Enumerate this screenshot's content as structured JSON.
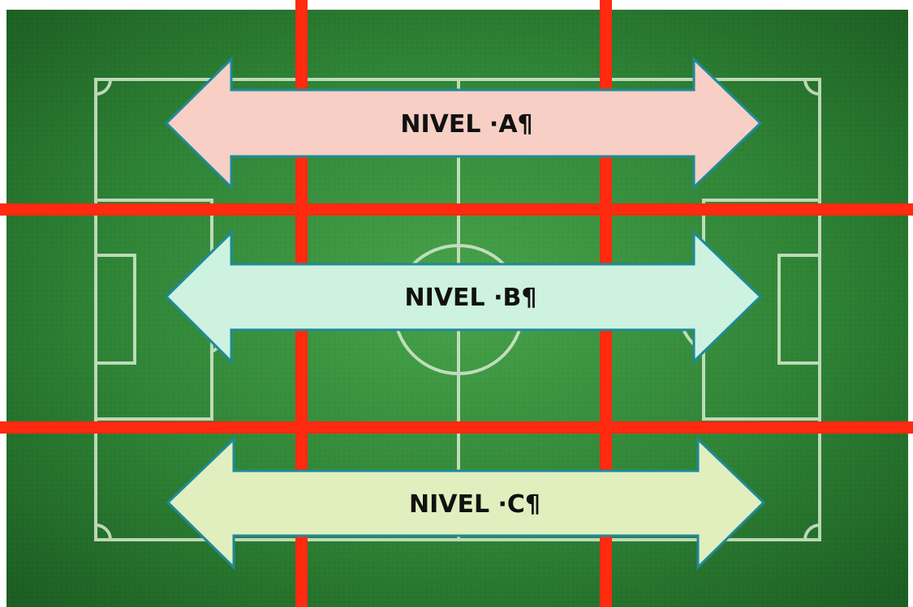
{
  "colors": {
    "pitch_dark": "#1f6b26",
    "pitch_light": "#3f9a42",
    "pitch_lines": "#d7ead0",
    "divider_red": "#ff2a0f",
    "arrow_border": "#1f8a98",
    "level_a_fill": "#f7cfc4",
    "level_b_fill": "#cdf2df",
    "level_c_fill": "#e1efbf"
  },
  "levels": [
    {
      "label": "NIVEL ·A¶"
    },
    {
      "label": "NIVEL ·B¶"
    },
    {
      "label": "NIVEL ·C¶"
    }
  ]
}
